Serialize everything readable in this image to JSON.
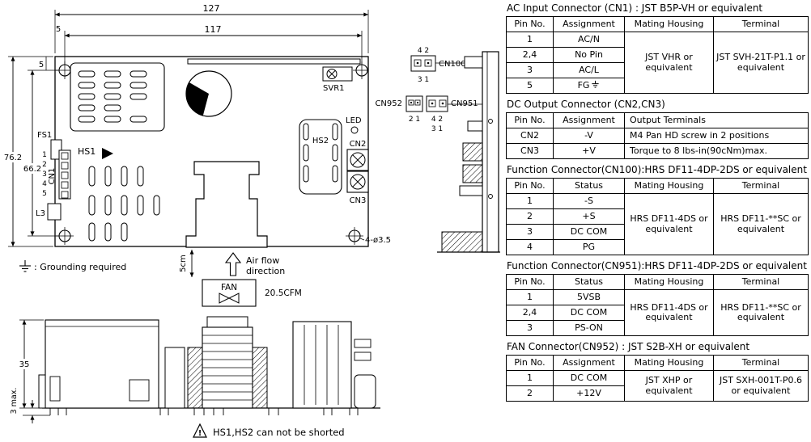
{
  "diagram": {
    "dims": {
      "width_overall": "127",
      "width_holes": "117",
      "offset_h": "5",
      "offset_v": "5",
      "height_overall": "76.2",
      "height_holes": "66.2",
      "fan_gap": "5cm",
      "side_height": "35",
      "pin_max": "3 max.",
      "hole_spec": "4-ø3.5"
    },
    "labels": {
      "svr1": "SVR1",
      "fs1": "FS1",
      "cn1": "CN1",
      "l3": "L3",
      "hs1": "HS1",
      "hs2": "HS2",
      "led": "LED",
      "cn2": "CN2",
      "cn3": "CN3",
      "cn100": "CN100",
      "cn951": "CN951",
      "cn952": "CN952",
      "fan": "FAN",
      "cfm": "20.5CFM",
      "airflow1": "Air flow",
      "airflow2": "direction",
      "grounding": ": Grounding required",
      "warning": "HS1,HS2 can not be shorted",
      "warn_mark": "!"
    },
    "cn1_pins": [
      "1",
      "2",
      "3",
      "4",
      "5"
    ],
    "side_pins": {
      "cn100_top": "4 2",
      "cn100_bottom": "3 1",
      "cn952": "2 1",
      "cn951_top": "4 2",
      "cn951_bottom": "3 1"
    }
  },
  "tables": {
    "ac": {
      "title": "AC Input Connector (CN1) : JST B5P-VH or equivalent",
      "headers": [
        "Pin No.",
        "Assignment",
        "Mating Housing",
        "Terminal"
      ],
      "rows": [
        [
          "1",
          "AC/N"
        ],
        [
          "2,4",
          "No Pin"
        ],
        [
          "3",
          "AC/L"
        ],
        [
          "5",
          "FG"
        ]
      ],
      "housing": "JST VHR or equivalent",
      "terminal": "JST SVH-21T-P1.1 or equivalent"
    },
    "dc": {
      "title": "DC Output Connector (CN2,CN3)",
      "headers": [
        "Pin No.",
        "Assignment",
        "Output Terminals"
      ],
      "rows": [
        [
          "CN2",
          "-V",
          "M4 Pan HD screw in 2 positions"
        ],
        [
          "CN3",
          "+V",
          "Torque to 8 lbs-in(90cNm)max."
        ]
      ]
    },
    "cn100": {
      "title": "Function Connector(CN100):HRS DF11-4DP-2DS or equivalent",
      "headers": [
        "Pin No.",
        "Status",
        "Mating Housing",
        "Terminal"
      ],
      "rows": [
        [
          "1",
          "-S"
        ],
        [
          "2",
          "+S"
        ],
        [
          "3",
          "DC COM"
        ],
        [
          "4",
          "PG"
        ]
      ],
      "housing": "HRS DF11-4DS or equivalent",
      "terminal": "HRS DF11-**SC or equivalent"
    },
    "cn951": {
      "title": "Function Connector(CN951):HRS DF11-4DP-2DS or equivalent",
      "headers": [
        "Pin No.",
        "Status",
        "Mating Housing",
        "Terminal"
      ],
      "rows": [
        [
          "1",
          "5VSB"
        ],
        [
          "2,4",
          "DC COM"
        ],
        [
          "3",
          "PS-ON"
        ]
      ],
      "housing": "HRS DF11-4DS or equivalent",
      "terminal": "HRS DF11-**SC or equivalent"
    },
    "fan": {
      "title": "FAN Connector(CN952) : JST S2B-XH or equivalent",
      "headers": [
        "Pin No.",
        "Assignment",
        "Mating Housing",
        "Terminal"
      ],
      "rows": [
        [
          "1",
          "DC COM"
        ],
        [
          "2",
          "+12V"
        ]
      ],
      "housing": "JST XHP or equivalent",
      "terminal": "JST SXH-001T-P0.6 or equivalent"
    }
  }
}
